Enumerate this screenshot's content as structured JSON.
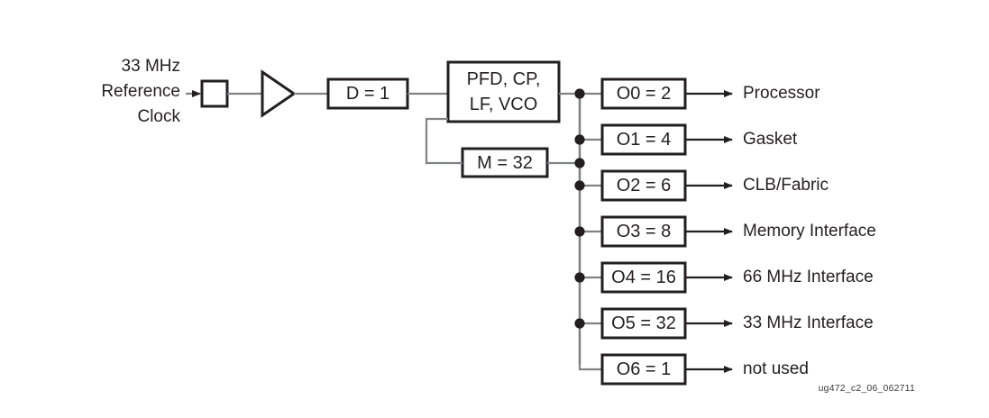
{
  "meta": {
    "caption": "ug472_c2_06_062711",
    "background": "#ffffff",
    "line_color": "#808285",
    "box_border_color": "#231f20",
    "text_color": "#231f20"
  },
  "source": {
    "name": "reference-clock-source",
    "lines": [
      "33 MHz",
      "Reference",
      "Clock"
    ],
    "text": "33 MHz Reference Clock"
  },
  "blocks": {
    "input_pin": {
      "label": "",
      "name": "input-pin-square"
    },
    "buffer": {
      "label": "",
      "name": "buffer-amplifier-triangle"
    },
    "divider_d": {
      "label": "D = 1",
      "param": "D",
      "value": 1
    },
    "pll_core": {
      "line1": "PFD, CP,",
      "line2": "LF, VCO",
      "text": "PFD, CP, LF, VCO"
    },
    "feedback_m": {
      "label": "M = 32",
      "param": "M",
      "value": 32
    }
  },
  "outputs": [
    {
      "id": "O0",
      "label": "O0 = 2",
      "divider": 2,
      "destination": "Processor"
    },
    {
      "id": "O1",
      "label": "O1 = 4",
      "divider": 4,
      "destination": "Gasket"
    },
    {
      "id": "O2",
      "label": "O2 = 6",
      "divider": 6,
      "destination": "CLB/Fabric"
    },
    {
      "id": "O3",
      "label": "O3 = 8",
      "divider": 8,
      "destination": "Memory Interface"
    },
    {
      "id": "O4",
      "label": "O4 = 16",
      "divider": 16,
      "destination": "66 MHz Interface"
    },
    {
      "id": "O5",
      "label": "O5 = 32",
      "divider": 32,
      "destination": "33 MHz Interface"
    },
    {
      "id": "O6",
      "label": "O6 = 1",
      "divider": 1,
      "destination": "not used"
    }
  ]
}
